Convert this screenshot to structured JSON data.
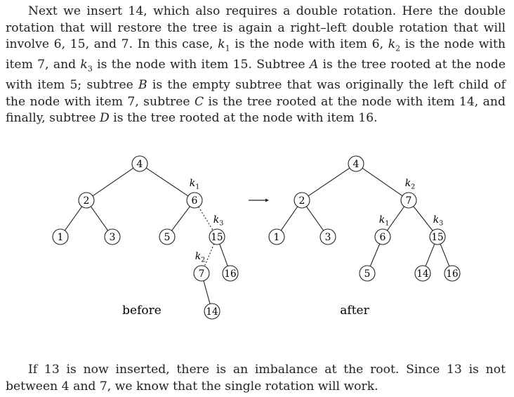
{
  "paragraph1": [
    {
      "t": "Next we insert 14, which also requires a double rotation. Here the double rotation that will restore the tree is again a right–left double rotation that will involve 6, 15, and 7. In this case, "
    },
    {
      "t": "k",
      "i": true
    },
    {
      "t": "1",
      "sub": true
    },
    {
      "t": " is the node with item 6, "
    },
    {
      "t": "k",
      "i": true
    },
    {
      "t": "2",
      "sub": true
    },
    {
      "t": " is the node with item 7, and "
    },
    {
      "t": "k",
      "i": true
    },
    {
      "t": "3",
      "sub": true
    },
    {
      "t": " is the node with item 15. Subtree "
    },
    {
      "t": "A",
      "i": true
    },
    {
      "t": " is the tree rooted at the node with item 5; subtree "
    },
    {
      "t": "B",
      "i": true
    },
    {
      "t": " is the empty subtree that was originally the left child of the node with item 7, subtree "
    },
    {
      "t": "C",
      "i": true
    },
    {
      "t": " is the tree rooted at the node with item 14, and finally, subtree "
    },
    {
      "t": "D",
      "i": true
    },
    {
      "t": " is the tree rooted at the node with item 16."
    }
  ],
  "paragraph2": "If 13 is now inserted, there is an imbalance at the root. Since 13 is not between 4 and 7, we know that the single rotation will work.",
  "figure": {
    "caption_before": "before",
    "caption_after": "after",
    "before_nodes": [
      "4",
      "2",
      "6",
      "1",
      "3",
      "5",
      "15",
      "7",
      "16",
      "14"
    ],
    "after_nodes": [
      "4",
      "2",
      "7",
      "1",
      "3",
      "6",
      "15",
      "5",
      "14",
      "16"
    ],
    "before_labels": [
      {
        "letter": "k",
        "sub": "1"
      },
      {
        "letter": "k",
        "sub": "3"
      },
      {
        "letter": "k",
        "sub": "2"
      }
    ],
    "after_labels": [
      {
        "letter": "k",
        "sub": "2"
      },
      {
        "letter": "k",
        "sub": "1"
      },
      {
        "letter": "k",
        "sub": "3"
      }
    ]
  }
}
